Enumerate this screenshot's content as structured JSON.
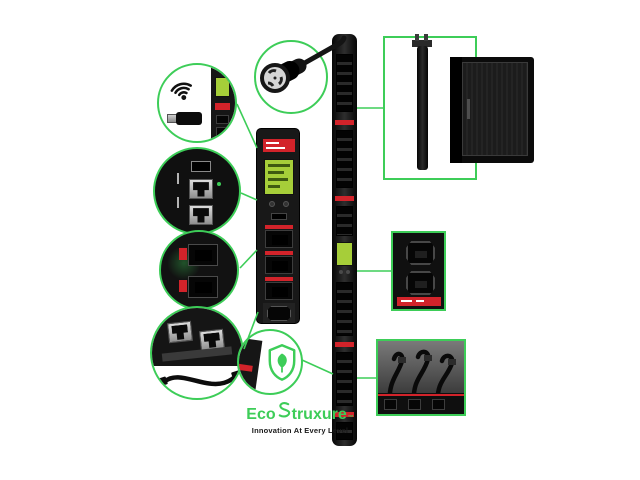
{
  "brand": {
    "logo_prefix": "Eco",
    "logo_suffix": "truxure",
    "trademark": "™",
    "tagline": "Innovation At Every Level"
  },
  "colors": {
    "accent_green": "#3DCD58",
    "apc_red": "#D2232A",
    "pdu_black": "#161616",
    "lcd_green": "#A6CE39",
    "background": "#FFFFFF"
  },
  "icons": {
    "wifi": "wifi-icon",
    "usb_dongle": "usb-dongle-icon",
    "ethernet_port": "ethernet-port-icon",
    "usb_port": "usb-port-icon",
    "locking_outlet": "locking-outlet-icon",
    "usb_cable": "usb-cable-icon",
    "twist_lock_plug": "twist-lock-plug-icon",
    "security_shield": "security-shield-leaf-icon",
    "ecostruxure_swirl": "ecostruxure-swirl-icon"
  },
  "callouts": [
    {
      "id": "wireless-dongle",
      "type": "circle"
    },
    {
      "id": "network-ports",
      "type": "circle"
    },
    {
      "id": "locking-outlets",
      "type": "circle"
    },
    {
      "id": "network-ports-cable",
      "type": "circle"
    },
    {
      "id": "twist-lock-plug",
      "type": "circle"
    },
    {
      "id": "security-shield",
      "type": "circle"
    },
    {
      "id": "rack-mounting",
      "type": "box"
    },
    {
      "id": "c19-outlets",
      "type": "box"
    },
    {
      "id": "cord-retention",
      "type": "box"
    }
  ]
}
